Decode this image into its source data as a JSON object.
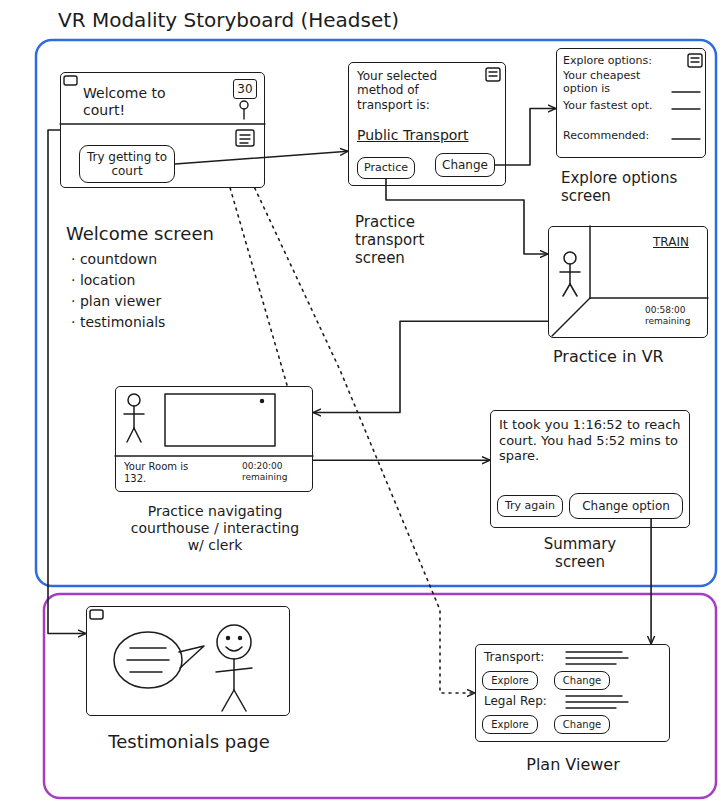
{
  "diagram": {
    "title": "VR Modality Storyboard (Headset)",
    "nodes": [
      {
        "text": [
          "Welcome to court!",
          "Welcome screen",
          "· countdown",
          "· location",
          "· plan viewer",
          "· testimonials"
        ]
      },
      {
        "text": [
          "30"
        ],
        "in": 0
      },
      {
        "text": [
          "Try getting to court"
        ],
        "in": 0
      },
      {
        "text": [
          "Your selected method of transport is:",
          "Public Transport",
          "Practice transport screen"
        ]
      },
      {
        "text": [
          "Practice"
        ],
        "in": 3
      },
      {
        "text": [
          "Change"
        ],
        "in": 3
      },
      {
        "text": [
          "Explore options:",
          "Your cheapest option is",
          "Your fastest opt.",
          "Recommended:",
          "Explore options screen"
        ]
      },
      {
        "text": [
          "TRAIN",
          "00:58:00 remaining",
          "Practice in VR"
        ]
      },
      {
        "text": [
          "Your Room is 132.",
          "00:20:00 remaining",
          "Practice navigating courthouse / interacting w/ clerk"
        ]
      },
      {
        "text": [
          "It took you 1:16:52 to reach court. You had 5:52 mins to spare.",
          "Summary screen"
        ]
      },
      {
        "text": [
          "Try again"
        ],
        "in": 9
      },
      {
        "text": [
          "Change option"
        ],
        "in": 9
      },
      {
        "text": [
          "Testimonials page"
        ]
      },
      {
        "text": [
          "Transport:",
          "Legal Rep:",
          "Plan Viewer"
        ]
      },
      {
        "text": [
          "Explore"
        ],
        "in": 13
      },
      {
        "text": [
          "Change"
        ],
        "in": 13
      },
      {
        "text": [
          "Explore"
        ],
        "in": 13
      },
      {
        "text": [
          "Change"
        ],
        "in": 13
      }
    ],
    "edges": [
      {
        "from": 2,
        "to": 3,
        "arrow": "to"
      },
      {
        "from": 5,
        "to": 6,
        "arrow": "to"
      },
      {
        "from": 4,
        "to": 7,
        "arrow": "to"
      },
      {
        "from": 7,
        "to": 8,
        "arrow": "to"
      },
      {
        "from": 8,
        "to": 9,
        "arrow": "to"
      },
      {
        "from": 11,
        "to": 13,
        "arrow": "to"
      },
      {
        "from": 0,
        "to": 12,
        "arrow": "to"
      },
      {
        "from": 0,
        "to": 8,
        "arrow": "none"
      },
      {
        "from": 0,
        "to": 13,
        "arrow": "to"
      }
    ]
  }
}
